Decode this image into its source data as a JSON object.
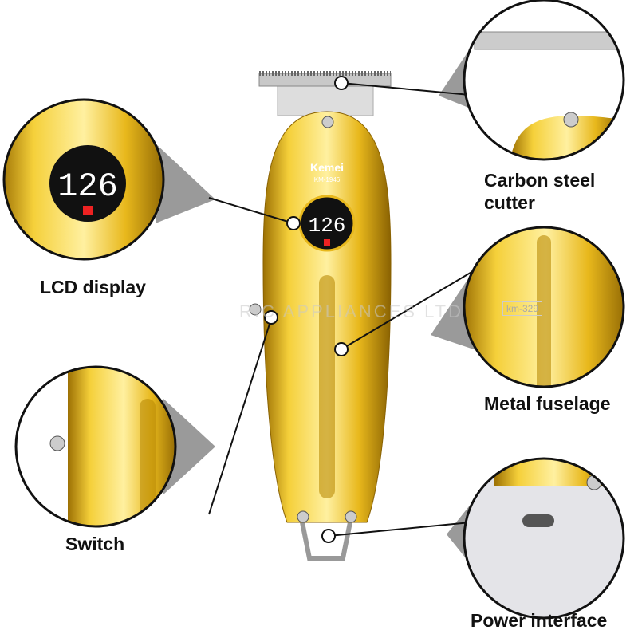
{
  "brand": {
    "name": "Kemei",
    "model": "KM-1946"
  },
  "display": {
    "reading": "126"
  },
  "callouts": [
    {
      "label": "LCD display"
    },
    {
      "label": "Switch"
    },
    {
      "label": "Carbon steel cutter"
    },
    {
      "label": "Metal fuselage"
    },
    {
      "label": "Power interface"
    }
  ],
  "watermark": {
    "text": "RIC APPLIANCES LTD",
    "badge": "km-329"
  },
  "colors": {
    "gold": "#e8b81c",
    "gold_dark": "#a57a05",
    "outline": "#111111"
  }
}
